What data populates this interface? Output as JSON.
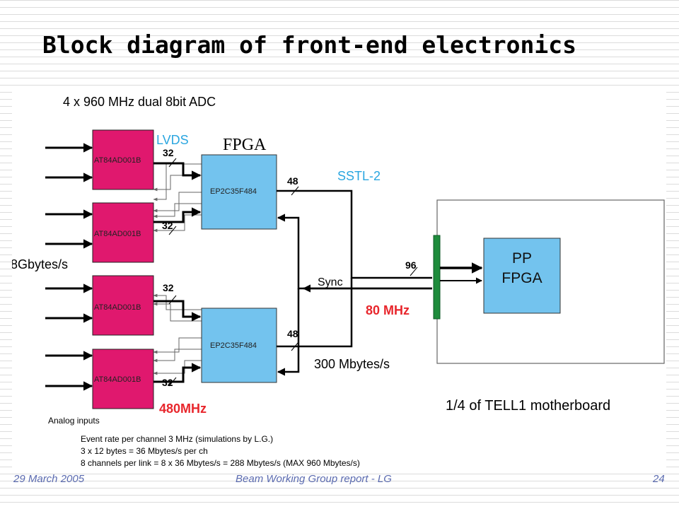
{
  "slide": {
    "title": "Block diagram of front-end electronics",
    "footer": {
      "date": "29 March 2005",
      "center": "Beam Working Group report - LG",
      "page": "24"
    }
  },
  "diagram": {
    "adc_header": "4 x 960 MHz dual 8bit ADC",
    "lvds_label": "LVDS",
    "fpga_label": "FPGA",
    "sstl_label": "SSTL-2",
    "adc_chip_label": "AT84AD001B",
    "fpga_chip_label": "EP2C35F484",
    "bus32": "32",
    "bus48": "48",
    "bus96": "96",
    "input_rate": "8Gbytes/s",
    "sync_label": "Sync",
    "clock_80": "80 MHz",
    "clock_480": "480MHz",
    "output_rate": "300 Mbytes/s",
    "pp_fpga": [
      "PP",
      "FPGA"
    ],
    "motherboard_label": "1/4  of TELL1 motherboard",
    "analog_inputs": "Analog inputs",
    "notes": [
      "Event rate per channel 3 MHz (simulations by L.G.)",
      "3 x 12 bytes  = 36  Mbytes/s per ch",
      "8 channels per link = 8 x 36 Mbytes/s = 288 Mbytes/s (MAX 960 Mbytes/s)"
    ],
    "colors": {
      "adc_fill": "#e0186e",
      "fpga_fill": "#73c3ee",
      "connector": "#1e8c3c",
      "accent_blue": "#2aa6e0",
      "accent_red": "#e8262c"
    }
  }
}
